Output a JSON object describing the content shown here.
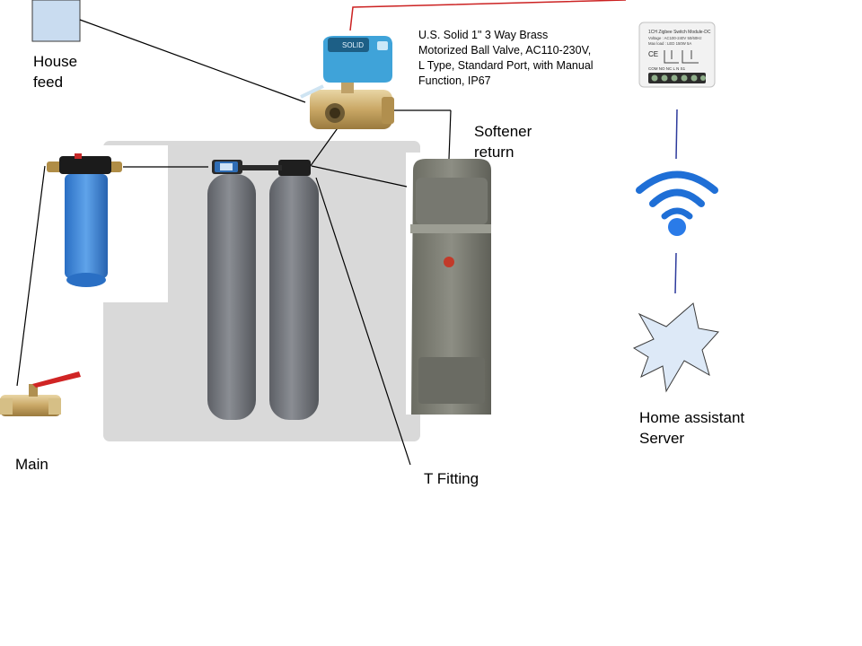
{
  "labels": {
    "house_feed": [
      "House",
      "feed"
    ],
    "valve_desc": [
      "U.S. Solid 1\" 3 Way Brass",
      "Motorized Ball Valve, AC110-230V,",
      "L Type, Standard Port, with Manual",
      "Function, IP67"
    ],
    "softener_return": [
      "Softener",
      "return"
    ],
    "main": [
      "Main"
    ],
    "t_fitting": [
      "T Fitting"
    ],
    "home_assistant": [
      "Home assistant",
      "Server"
    ]
  },
  "valve_head": {
    "brand": "SOLID"
  },
  "switch_module": {
    "title": "1CH Zigbee Switch Module-DC",
    "spec_lines": [
      "Voltage : AC100-240V 50/60Hz",
      "Max load : LED 150W  5A"
    ],
    "mark": "CE",
    "terminals": "COM NO  NC   L    N   S1"
  },
  "colors": {
    "wifi": "#1f6fd6",
    "wifi_dot": "#2a7be8",
    "link": "#2d3a9c",
    "power_wire": "#cc2222",
    "starburst": "#dde9f7",
    "house_box": "#c9dcf0",
    "backdrop": "#d9d9d9"
  }
}
